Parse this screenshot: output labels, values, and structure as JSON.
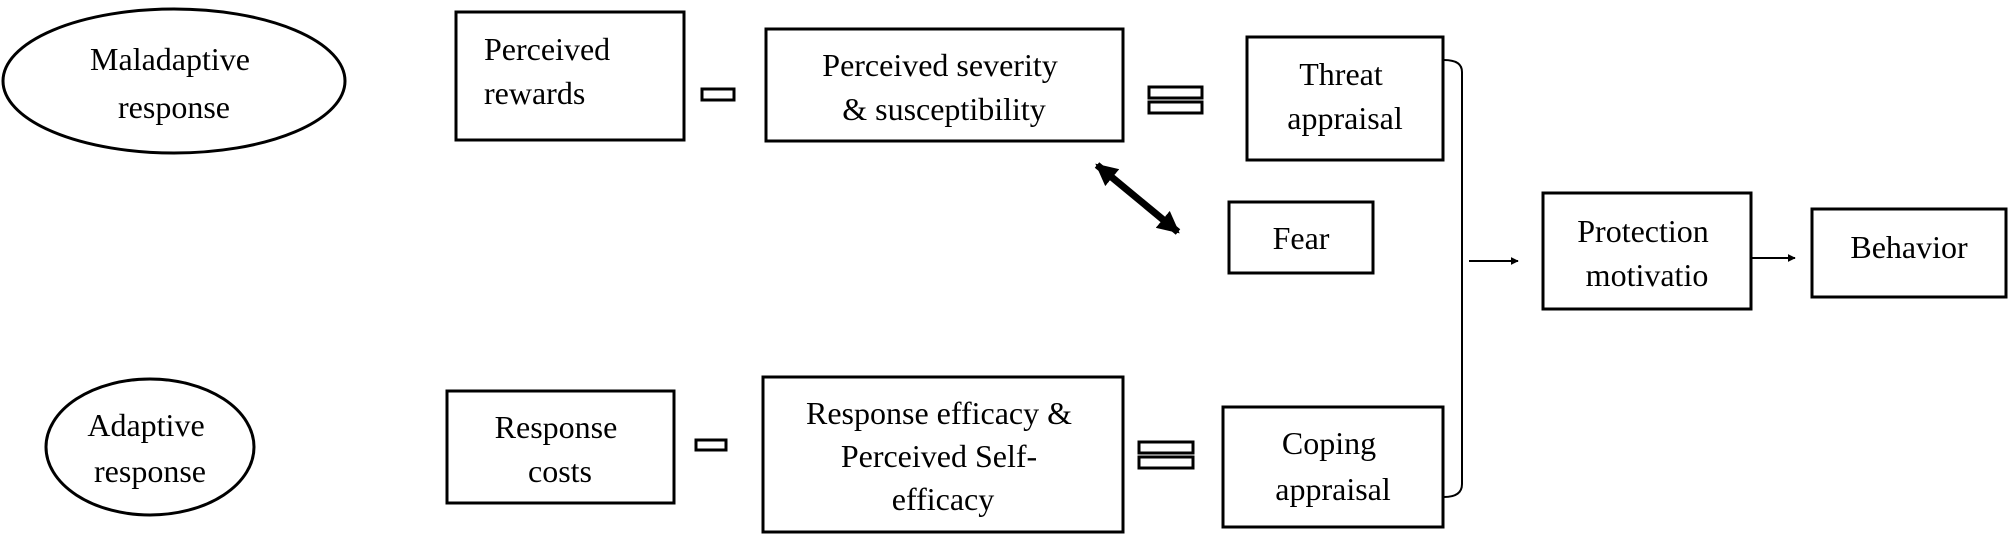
{
  "diagram": {
    "nodes": {
      "maladaptive": {
        "lines": [
          "Maladaptive",
          "response"
        ]
      },
      "perceived_rewards": {
        "lines": [
          "Perceived",
          "rewards"
        ]
      },
      "perceived_severity": {
        "lines": [
          "Perceived severity",
          "& susceptibility"
        ]
      },
      "threat_appraisal": {
        "lines": [
          "Threat",
          "appraisal"
        ]
      },
      "fear": {
        "lines": [
          "Fear"
        ]
      },
      "protection_motivation": {
        "lines": [
          "Protection",
          "motivatio"
        ]
      },
      "behavior": {
        "lines": [
          "Behavior"
        ]
      },
      "adaptive": {
        "lines": [
          "Adaptive",
          "response"
        ]
      },
      "response_costs": {
        "lines": [
          "Response",
          "costs"
        ]
      },
      "response_efficacy": {
        "lines": [
          "Response efficacy &",
          "Perceived Self-",
          "efficacy"
        ]
      },
      "coping_appraisal": {
        "lines": [
          "Coping",
          "appraisal"
        ]
      }
    },
    "operators": [
      "minus",
      "equals",
      "minus",
      "equals"
    ],
    "edges": [
      {
        "from": "perceived_severity",
        "to": "fear",
        "style": "bidirectional"
      },
      {
        "from": "threat_appraisal",
        "to": "protection_motivation",
        "style": "bracket-arrow"
      },
      {
        "from": "coping_appraisal",
        "to": "protection_motivation",
        "style": "bracket-arrow"
      },
      {
        "from": "protection_motivation",
        "to": "behavior",
        "style": "arrow"
      }
    ]
  }
}
